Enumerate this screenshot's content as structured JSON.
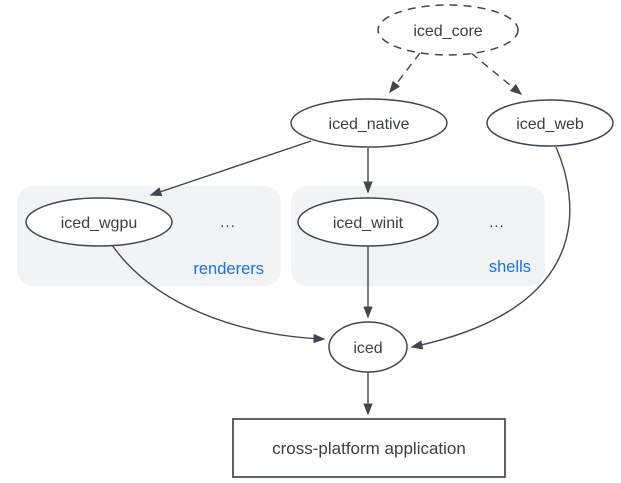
{
  "diagram": {
    "type": "dependency-graph",
    "nodes": {
      "iced_core": {
        "label": "iced_core",
        "shape": "ellipse",
        "border": "dashed"
      },
      "iced_native": {
        "label": "iced_native",
        "shape": "ellipse",
        "border": "solid"
      },
      "iced_web": {
        "label": "iced_web",
        "shape": "ellipse",
        "border": "solid"
      },
      "iced_wgpu": {
        "label": "iced_wgpu",
        "shape": "ellipse",
        "border": "solid",
        "group": "renderers"
      },
      "iced_winit": {
        "label": "iced_winit",
        "shape": "ellipse",
        "border": "solid",
        "group": "shells"
      },
      "iced": {
        "label": "iced",
        "shape": "ellipse",
        "border": "solid"
      },
      "app": {
        "label": "cross-platform application",
        "shape": "rectangle",
        "border": "solid"
      }
    },
    "groups": {
      "renderers": {
        "label": "renderers",
        "ellipsis": "...",
        "contains": [
          "iced_wgpu"
        ]
      },
      "shells": {
        "label": "shells",
        "ellipsis": "...",
        "contains": [
          "iced_winit"
        ]
      }
    },
    "edges": [
      {
        "from": "iced_core",
        "to": "iced_native",
        "style": "dashed",
        "arrow": true
      },
      {
        "from": "iced_core",
        "to": "iced_web",
        "style": "dashed",
        "arrow": true
      },
      {
        "from": "iced_native",
        "to": "iced_wgpu",
        "style": "solid",
        "arrow": true
      },
      {
        "from": "iced_native",
        "to": "iced_winit",
        "style": "solid",
        "arrow": true
      },
      {
        "from": "iced_wgpu",
        "to": "iced",
        "style": "solid",
        "arrow": true,
        "curved": true
      },
      {
        "from": "iced_winit",
        "to": "iced",
        "style": "solid",
        "arrow": true
      },
      {
        "from": "iced_web",
        "to": "iced",
        "style": "solid",
        "arrow": true,
        "curved": true
      },
      {
        "from": "iced",
        "to": "app",
        "style": "solid",
        "arrow": true
      }
    ],
    "colors": {
      "background": "#ffffff",
      "node_fill": "#ffffff",
      "node_stroke": "#41474e",
      "node_text": "#3c4043",
      "edge": "#41474e",
      "group_fill": "#f1f3f4",
      "group_label": "#1a73e8"
    }
  }
}
